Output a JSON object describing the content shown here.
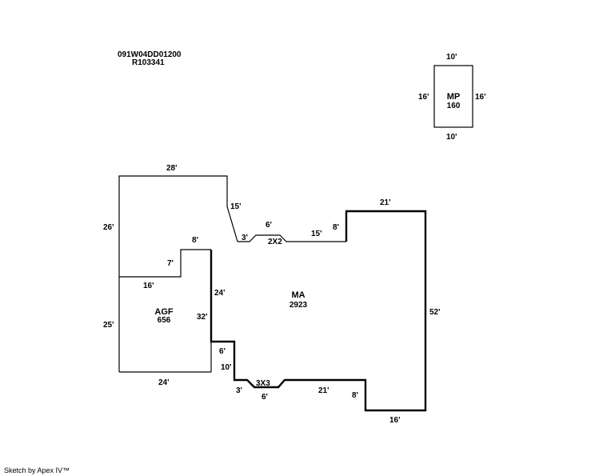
{
  "header": {
    "parcel_id": "091W04DD01200",
    "record_id": "R103341"
  },
  "footer": {
    "text": "Sketch by Apex IV™"
  },
  "areas": {
    "mp": {
      "code": "MP",
      "size": "160"
    },
    "agf": {
      "code": "AGF",
      "size": "656"
    },
    "ma": {
      "code": "MA",
      "size": "2923"
    }
  },
  "dimensions": {
    "mp_top": "10'",
    "mp_bottom": "10'",
    "mp_left": "16'",
    "mp_right": "16'",
    "top_28": "28'",
    "left_26": "26'",
    "left_25": "25'",
    "bottom_24": "24'",
    "step_15": "15'",
    "step_3_top": "3'",
    "step_6_top": "6'",
    "step_15_mid": "15'",
    "step_8_top": "8'",
    "top_21": "21'",
    "right_52": "52'",
    "bottom_16": "16'",
    "step_8_bot": "8'",
    "bottom_21": "21'",
    "step_6_bot": "6'",
    "step_3_bot": "3'",
    "step_10": "10'",
    "step_6_mid": "6'",
    "inner_24": "24'",
    "inner_32": "32'",
    "inner_8": "8'",
    "inner_7": "7'",
    "inner_16": "16'"
  },
  "notes": {
    "top_notch": "2X2",
    "bottom_notch": "3X3"
  }
}
